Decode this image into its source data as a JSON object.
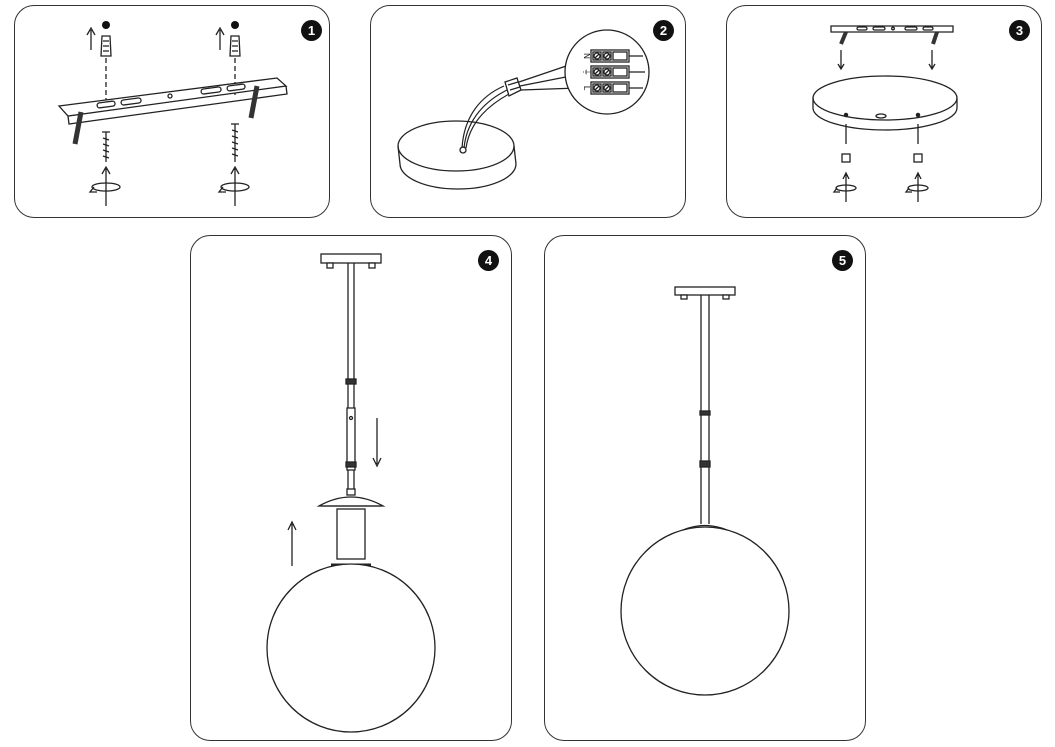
{
  "steps": [
    {
      "number": "1",
      "action": "install-mounting-bracket"
    },
    {
      "number": "2",
      "action": "connect-wires"
    },
    {
      "number": "3",
      "action": "fix-canopy"
    },
    {
      "number": "4",
      "action": "attach-globe"
    },
    {
      "number": "5",
      "action": "finished-pendant"
    }
  ],
  "terminal_labels": [
    "N",
    "⏚",
    "L"
  ],
  "colors": {
    "line": "#222222",
    "frame": "#333333",
    "badge": "#111111"
  }
}
